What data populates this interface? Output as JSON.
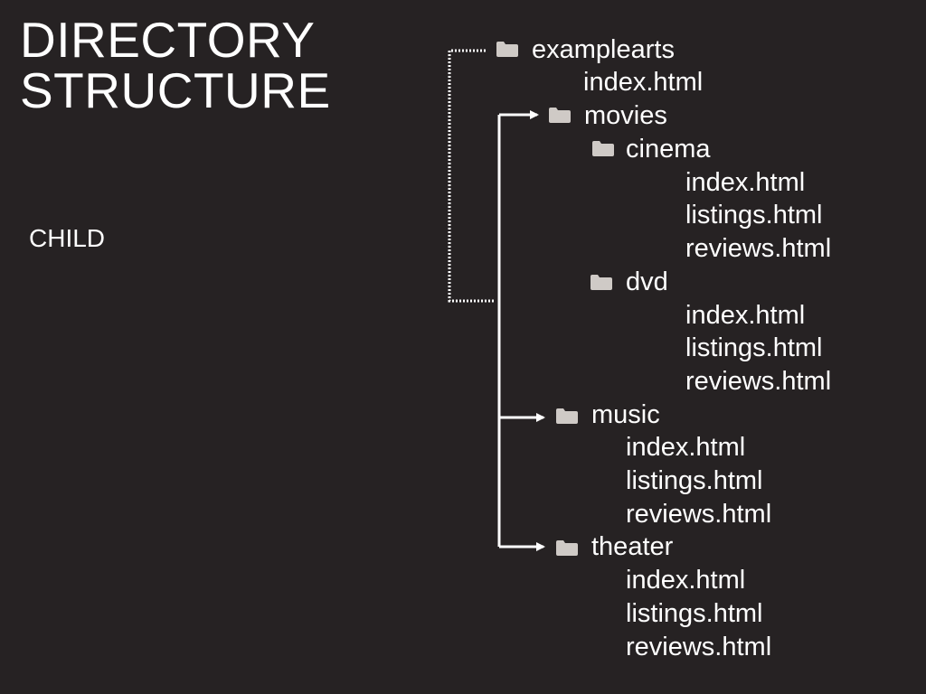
{
  "title": "DIRECTORY\nSTRUCTURE",
  "side_label": "CHILD",
  "tree": {
    "root": {
      "name": "examplearts",
      "icon": "folder-icon"
    },
    "root_file": "index.html",
    "movies": {
      "name": "movies",
      "icon": "folder-icon"
    },
    "cinema": {
      "name": "cinema",
      "icon": "folder-icon"
    },
    "cinema_files": [
      "index.html",
      "listings.html",
      "reviews.html"
    ],
    "dvd": {
      "name": "dvd",
      "icon": "folder-icon"
    },
    "dvd_files": [
      "index.html",
      "listings.html",
      "reviews.html"
    ],
    "music": {
      "name": "music",
      "icon": "folder-icon"
    },
    "music_files": [
      "index.html",
      "listings.html",
      "reviews.html"
    ],
    "theater": {
      "name": "theater",
      "icon": "folder-icon"
    },
    "theater_files": [
      "index.html",
      "listings.html",
      "reviews.html"
    ]
  },
  "colors": {
    "background": "#262223",
    "text": "#ffffff",
    "folder": "#cfcac6",
    "connector": "#ffffff"
  }
}
